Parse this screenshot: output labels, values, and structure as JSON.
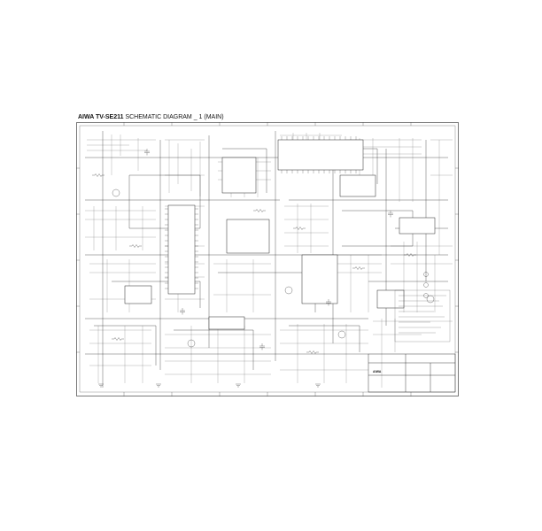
{
  "title": {
    "brand_model": "AIWA TV-SE211",
    "diagram_name": "SCHEMATIC DIAGRAM _ 1 (MAIN)"
  },
  "title_block": {
    "brand": "AIWA"
  },
  "colors": {
    "ink": "#1a1a1a",
    "paper": "#ffffff"
  }
}
